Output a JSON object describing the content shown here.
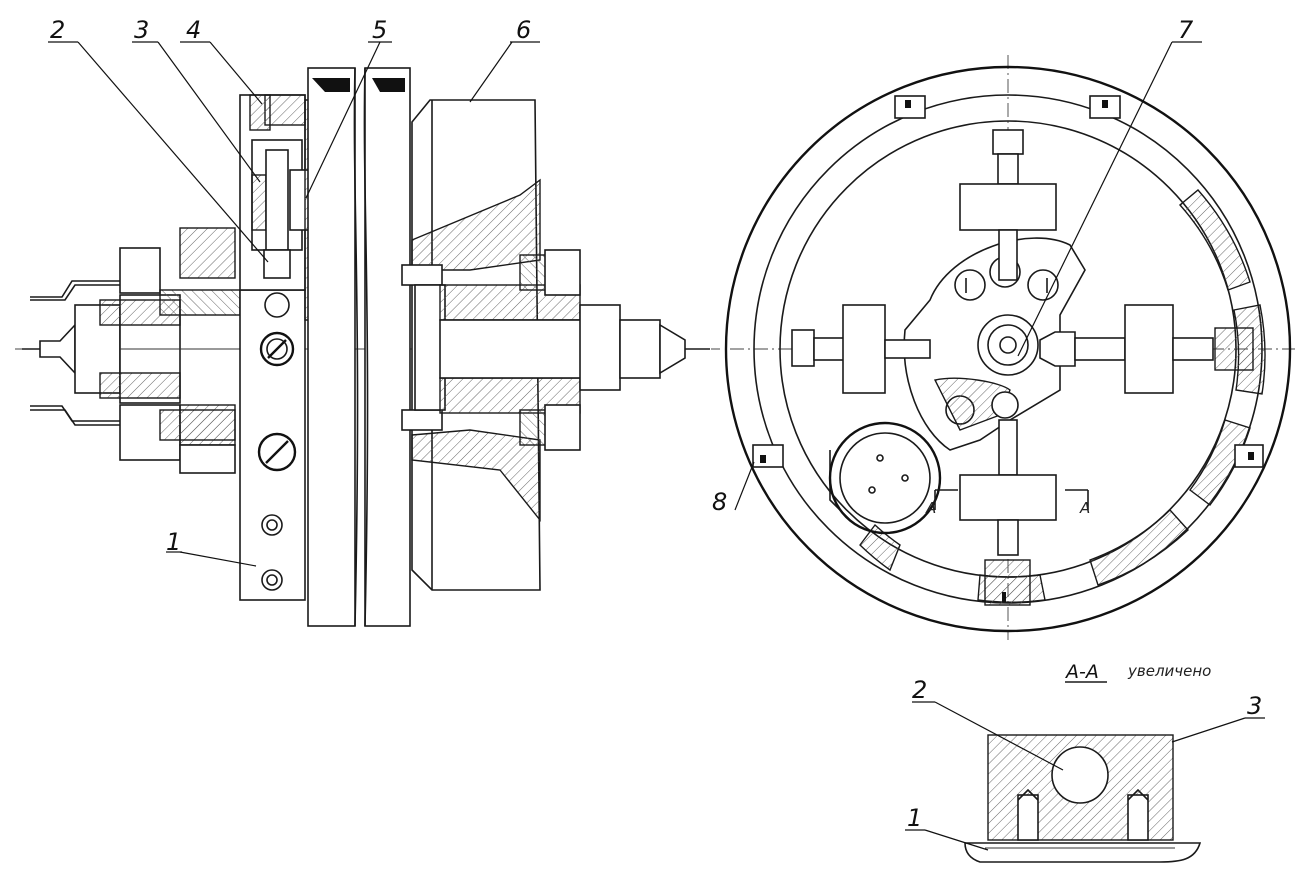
{
  "labels": {
    "l1": "1",
    "l2": "2",
    "l3": "3",
    "l4": "4",
    "l5": "5",
    "l6": "6",
    "l7": "7",
    "l8": "8"
  },
  "section": {
    "marker_left": "A",
    "marker_right": "A",
    "title_code": "A-A",
    "title_note": "увеличено",
    "l1": "1",
    "l2": "2",
    "l3": "3"
  }
}
